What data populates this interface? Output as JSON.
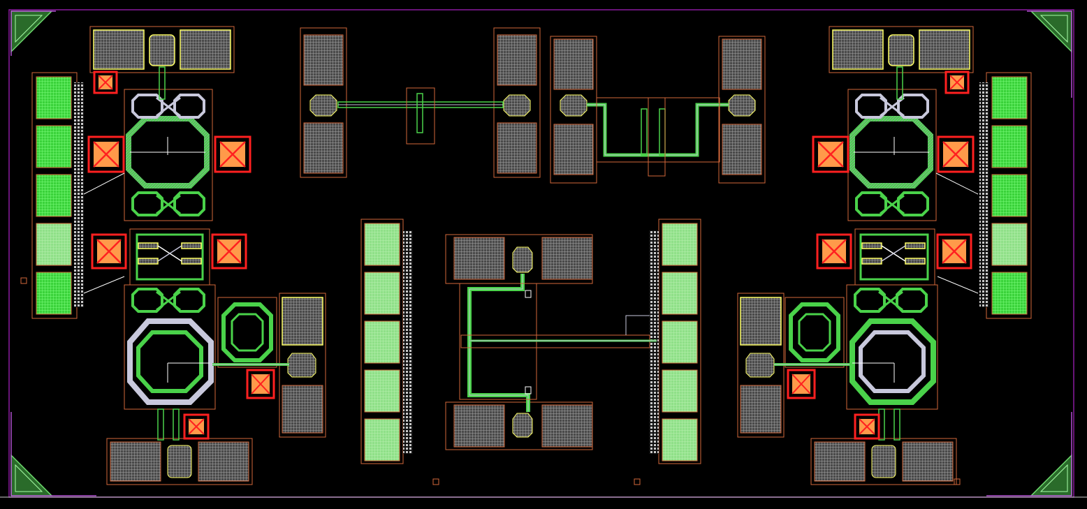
{
  "canvas": {
    "background": "#000000",
    "boundary_color": "#8a1aa0",
    "edge_line": "#cfcfcf"
  },
  "layers": {
    "outline": "#d2673a",
    "pad_fill": "#9ae28b",
    "pad_bright": "#55ff55",
    "pad_dark": "#9a9a9a",
    "via_red": "#ff2020",
    "via_inner": "#ff9a4a",
    "metal_green": "#4ad24a",
    "metal_white": "#c8c8dc",
    "highlight_yellow": "#ffff66",
    "grid_line": "#6ea66e",
    "label_white": "#ffffff"
  },
  "components": {
    "corner_marks": [
      "top-left",
      "top-right",
      "bottom-left",
      "bottom-right"
    ],
    "pad_columns": [
      "left",
      "center-left",
      "center-right",
      "right"
    ],
    "inductor_blocks": [
      "upper-left",
      "lower-left",
      "upper-right",
      "lower-right",
      "small-left",
      "small-right"
    ],
    "transmission_lines": [
      "top-left-line",
      "top-right-meander",
      "center-bus"
    ]
  }
}
